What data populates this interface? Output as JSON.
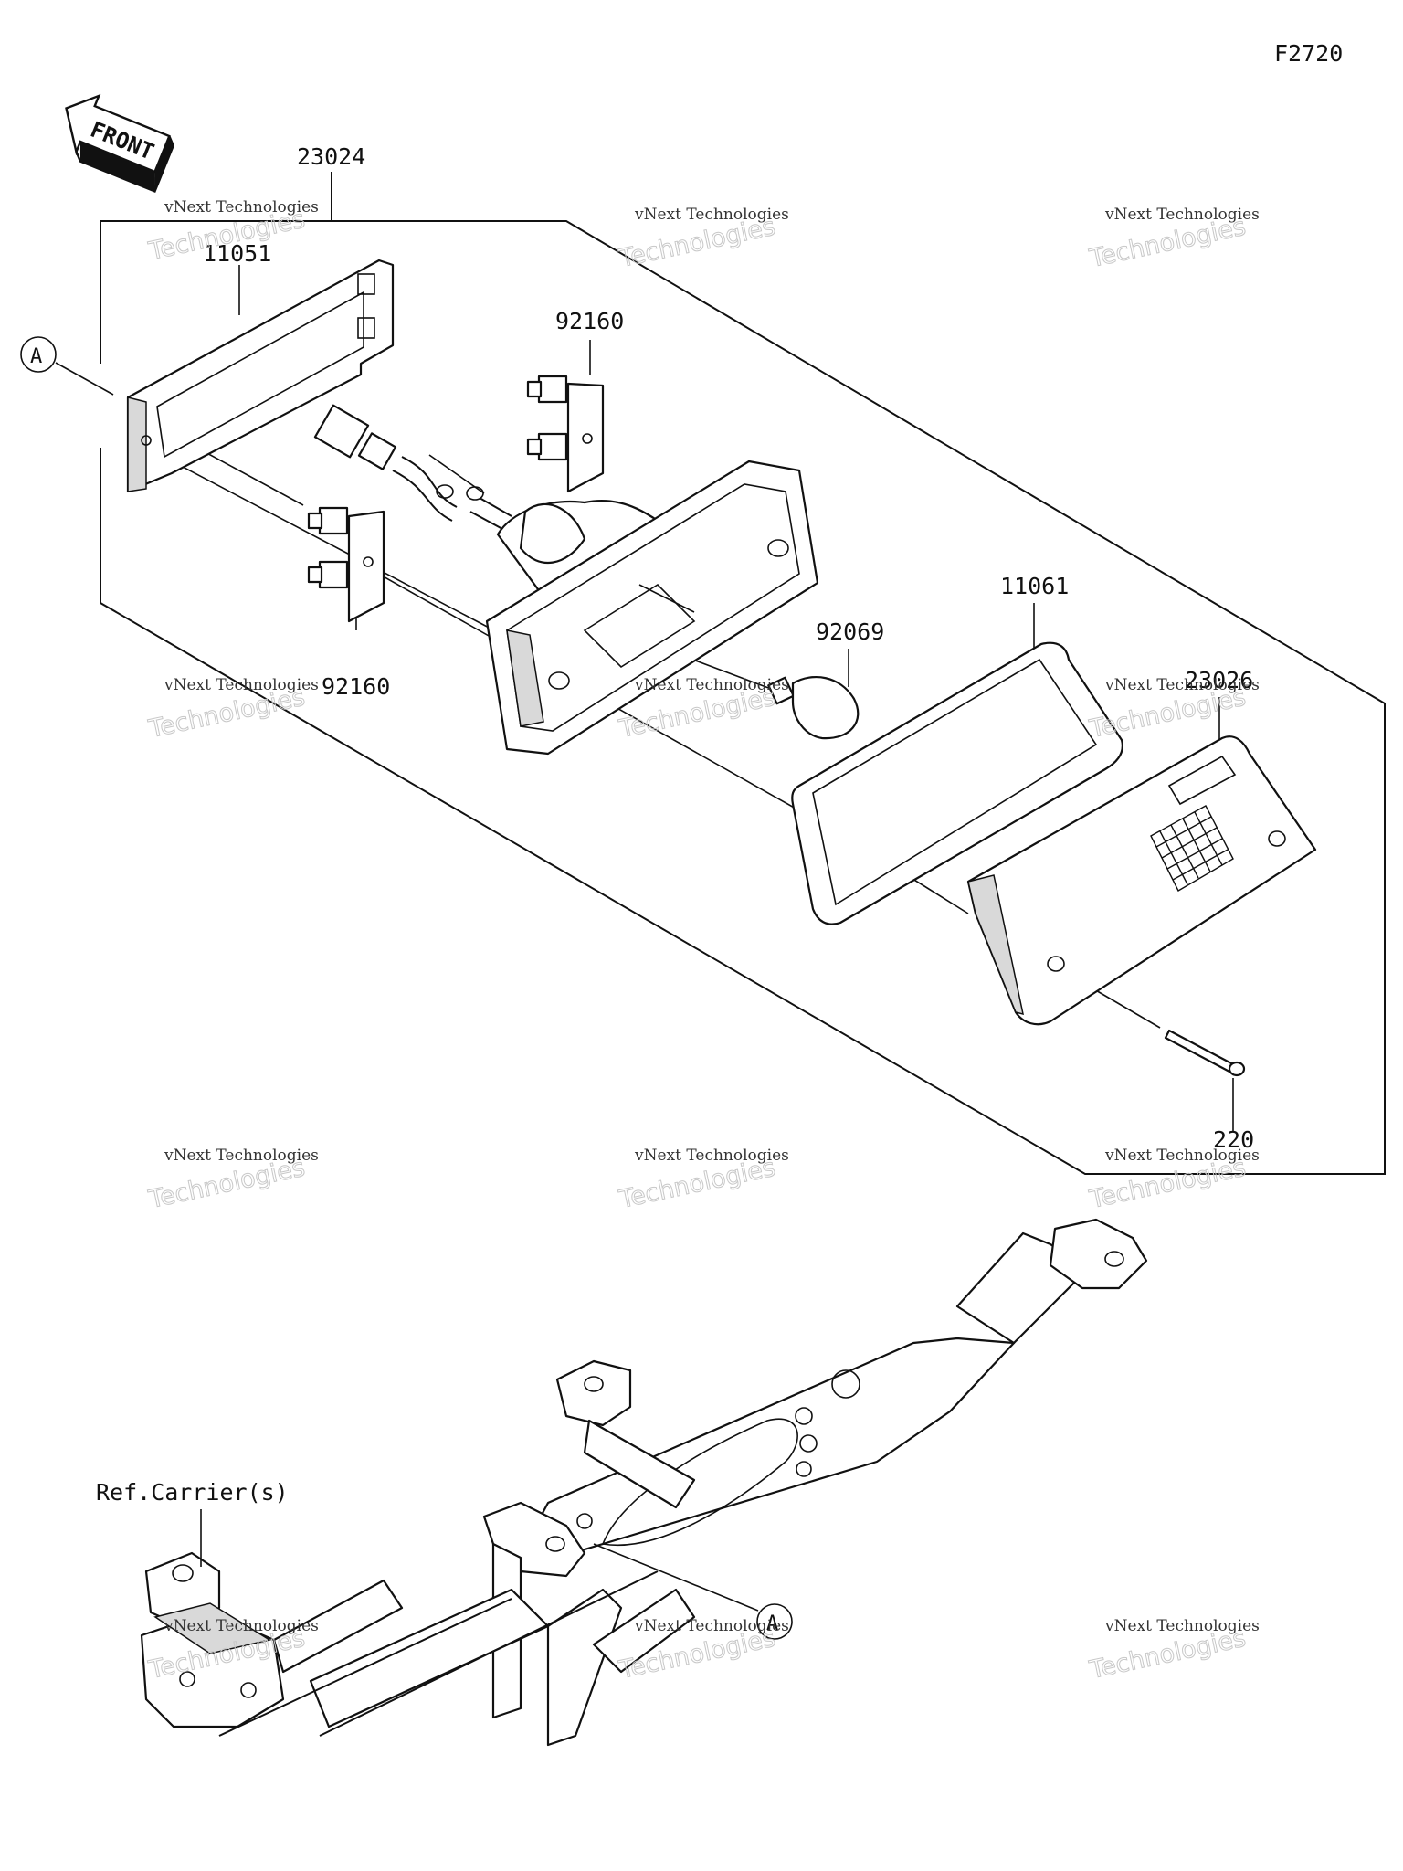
{
  "diagram": {
    "figure_code": "F2720",
    "direction_label": "FRONT",
    "callout_marker": "A",
    "ref_label": "Ref.Carrier(s)",
    "labels": {
      "tail_lamp_assy": "23024",
      "gasket_base": "11051",
      "socket_upper": "92160",
      "socket_lower": "92160",
      "bulb": "92069",
      "gasket_lens": "11061",
      "lens": "23026",
      "screw": "220"
    },
    "watermark": {
      "name": "vNext Technologies",
      "big": "Technologies",
      "small": "vNext"
    }
  }
}
